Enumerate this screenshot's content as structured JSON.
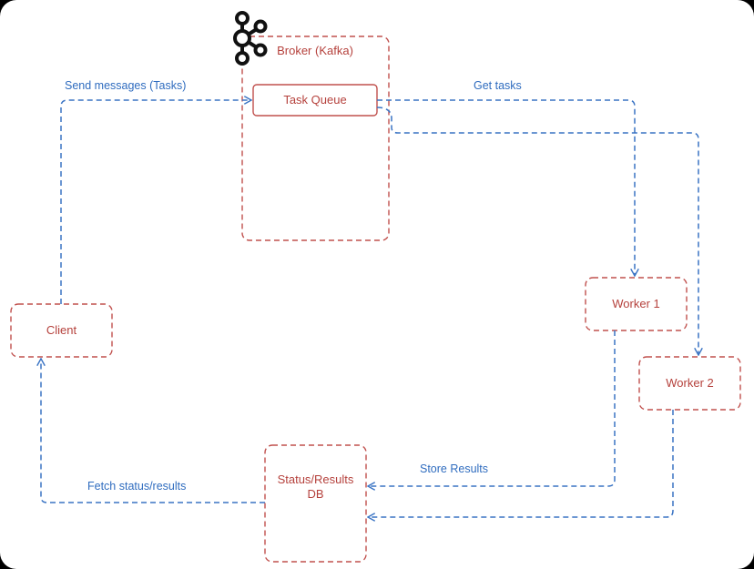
{
  "nodes": {
    "broker": "Broker (Kafka)",
    "task_queue": "Task Queue",
    "client": "Client",
    "worker1": "Worker 1",
    "worker2": "Worker 2",
    "status_db": "Status/Results\nDB"
  },
  "edges": {
    "send_messages": "Send messages (Tasks)",
    "get_tasks": "Get tasks",
    "store_results": "Store Results",
    "fetch_status": "Fetch status/results"
  },
  "logo": {
    "icon": "kafka-logo-icon"
  },
  "colors": {
    "node_stroke": "#c0504d",
    "node_text": "#b5413c",
    "edge_stroke": "#3a74c4",
    "edge_text": "#2f6cbf",
    "background": "#ffffff"
  }
}
